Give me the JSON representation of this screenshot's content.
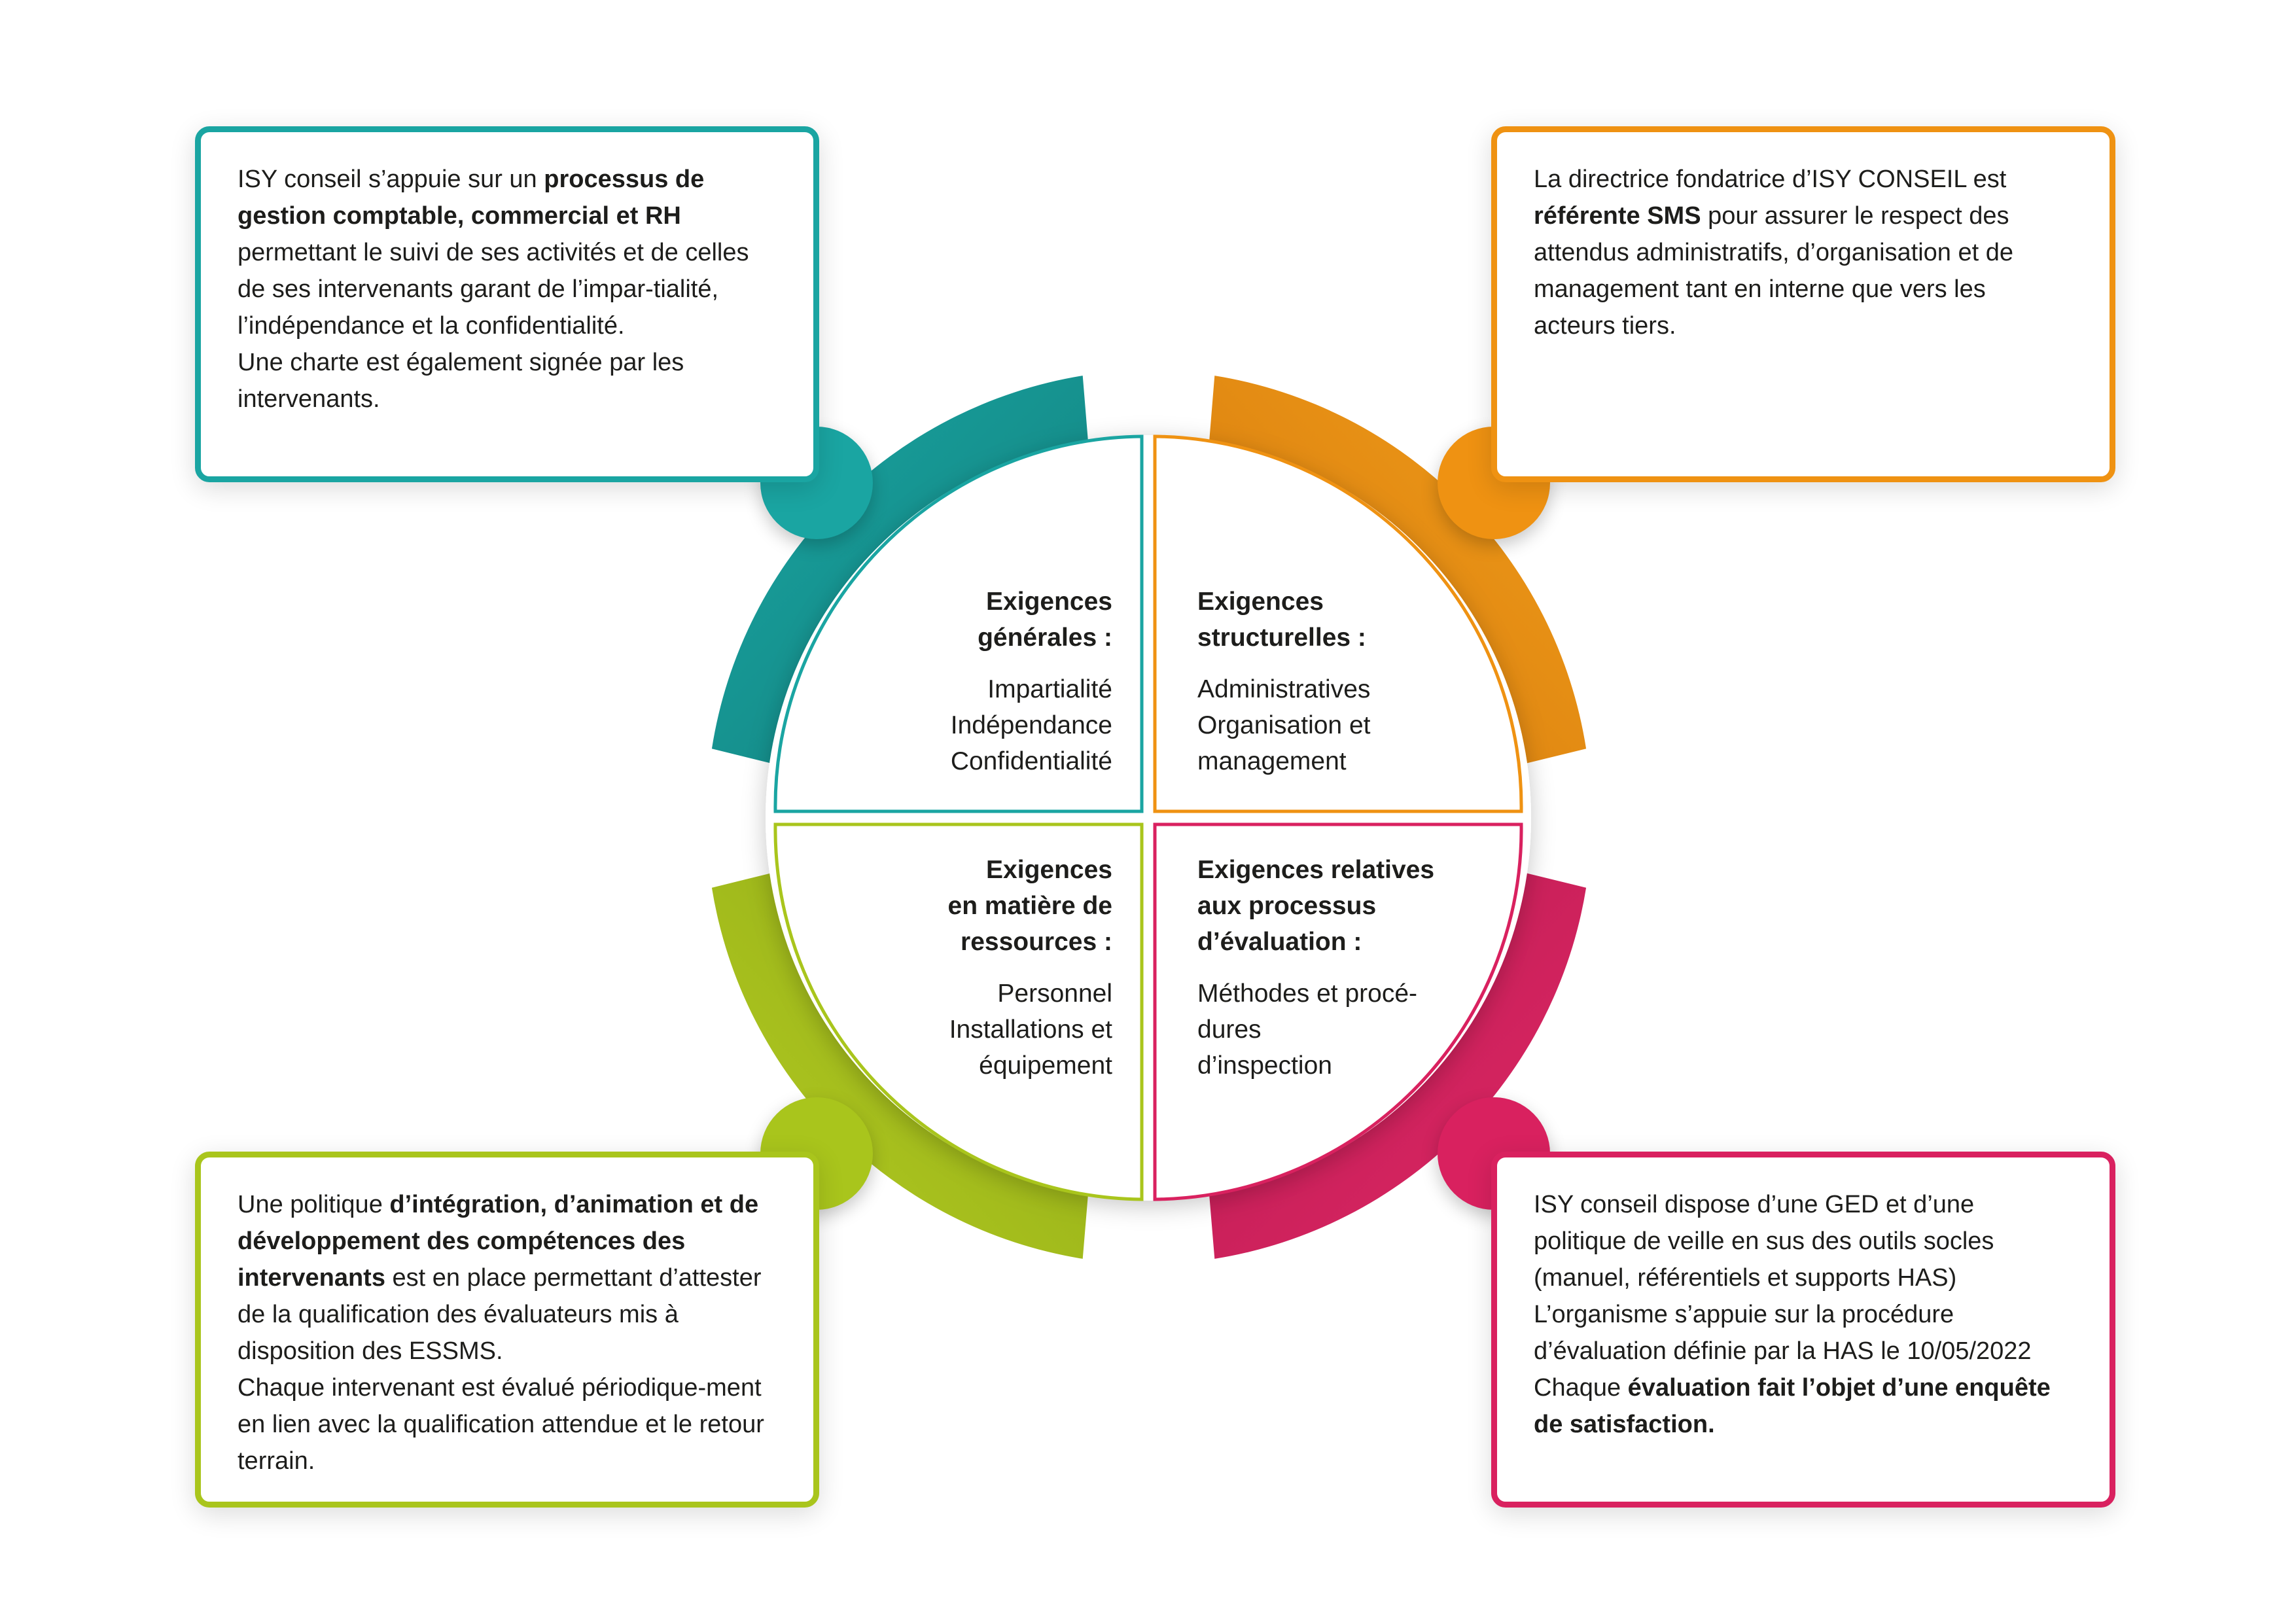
{
  "colors": {
    "teal": "#1aa5a2",
    "orange": "#ef9212",
    "green": "#a9c51c",
    "pink": "#d9215f"
  },
  "quadrants": {
    "general": {
      "title": [
        "Exigences",
        "générales :"
      ],
      "items": [
        "Impartialité",
        "Indépendance",
        "Confidentialité"
      ]
    },
    "structural": {
      "title": [
        "Exigences",
        "structurelles :"
      ],
      "items": [
        "Administratives",
        "Organisation et",
        "management"
      ]
    },
    "resources": {
      "title": [
        "Exigences",
        "en matière de",
        "ressources :"
      ],
      "items": [
        "Personnel",
        "Installations et",
        "équipement"
      ]
    },
    "evaluation": {
      "title": [
        "Exigences relatives",
        "aux processus",
        "d’évaluation :"
      ],
      "items": [
        "Méthodes et procé-",
        "dures",
        "d’inspection"
      ]
    }
  },
  "boxes": {
    "top_left": {
      "t1": "ISY conseil s’appuie sur un ",
      "b1": "processus de gestion comptable, commercial et RH",
      "t2": " permettant le suivi de ses activités et de celles de ses intervenants garant de l’impar-tialité, l’indépendance et la confidentialité.",
      "t3": "Une charte est également signée par les intervenants."
    },
    "top_right": {
      "t1": "La directrice fondatrice d’ISY CONSEIL est ",
      "b1": "référente SMS",
      "t2": " pour assurer le respect des attendus administratifs, d’organisation et de management tant en interne que vers les acteurs tiers."
    },
    "bottom_left": {
      "t1": "Une politique ",
      "b1": "d’intégration, d’animation et de développement des compétences des intervenants",
      "t2": " est en place permettant d’attester de la qualification des évaluateurs mis à disposition des ESSMS.",
      "t3": "Chaque intervenant est évalué périodique-ment en lien avec la qualification attendue et le retour terrain."
    },
    "bottom_right": {
      "t1": "ISY conseil dispose d’une GED et d’une politique de veille en sus des outils socles (manuel, référentiels et supports HAS)",
      "t2": "L’organisme s’appuie sur la procédure d’évaluation définie par la HAS le 10/05/2022",
      "t3": "Chaque ",
      "b1": "évaluation fait l’objet d’une enquête de satisfaction."
    }
  }
}
